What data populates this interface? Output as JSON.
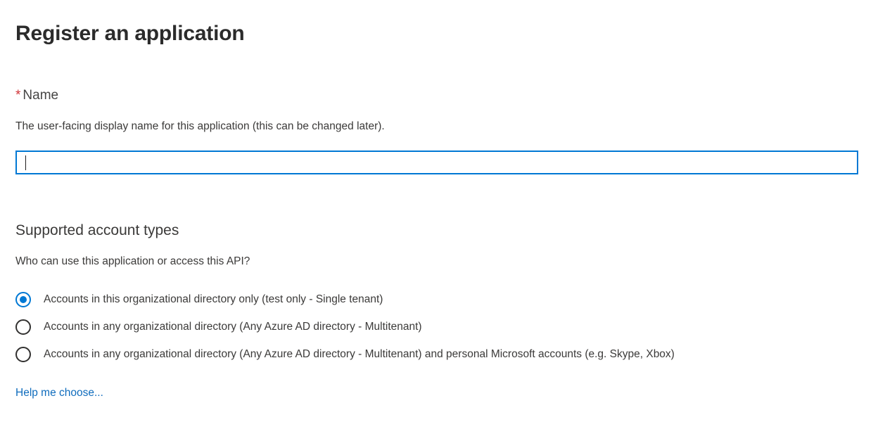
{
  "page": {
    "title": "Register an application"
  },
  "name_field": {
    "required_marker": "*",
    "label": "Name",
    "description": "The user-facing display name for this application (this can be changed later).",
    "value": "",
    "placeholder": "",
    "focused": true,
    "border_color": "#0078d4"
  },
  "supported_account_types": {
    "heading": "Supported account types",
    "description": "Who can use this application or access this API?",
    "selected_index": 0,
    "accent_color": "#0078d4",
    "options": [
      {
        "label": "Accounts in this organizational directory only (test only - Single tenant)",
        "selected": true
      },
      {
        "label": "Accounts in any organizational directory (Any Azure AD directory - Multitenant)",
        "selected": false
      },
      {
        "label": "Accounts in any organizational directory (Any Azure AD directory - Multitenant) and personal Microsoft accounts (e.g. Skype, Xbox)",
        "selected": false
      }
    ]
  },
  "help_link": {
    "label": "Help me choose...",
    "color": "#0f6cbd"
  }
}
